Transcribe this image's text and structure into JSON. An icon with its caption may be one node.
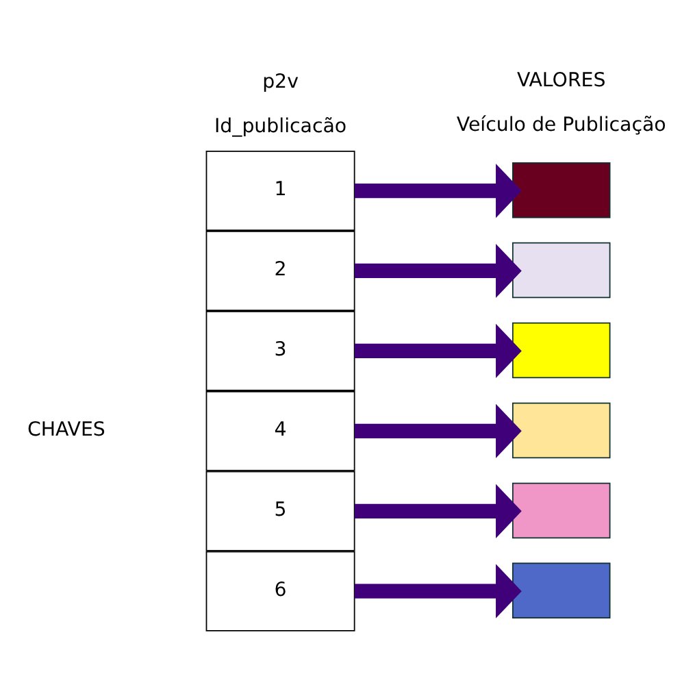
{
  "diagram": {
    "nodes": [
      {
        "text": [
          "1"
        ]
      },
      {
        "text": [
          "2"
        ]
      },
      {
        "text": [
          "3"
        ]
      },
      {
        "text": [
          "4"
        ]
      },
      {
        "text": [
          "5"
        ]
      },
      {
        "text": [
          "6"
        ]
      },
      {
        "text": [],
        "shape": "box"
      },
      {
        "text": [],
        "shape": "box"
      },
      {
        "text": [],
        "shape": "box"
      },
      {
        "text": [],
        "shape": "box"
      },
      {
        "text": [],
        "shape": "box"
      },
      {
        "text": [],
        "shape": "box"
      }
    ],
    "edges": [
      {
        "from": 0,
        "to": 6,
        "arrow": "to"
      },
      {
        "from": 1,
        "to": 7,
        "arrow": "to"
      },
      {
        "from": 2,
        "to": 8,
        "arrow": "to"
      },
      {
        "from": 3,
        "to": 9,
        "arrow": "to"
      },
      {
        "from": 4,
        "to": 10,
        "arrow": "to"
      },
      {
        "from": 5,
        "to": 11,
        "arrow": "to"
      }
    ],
    "labels": [
      "p2v",
      "VALORES",
      "Id_publicacão",
      "Veículo de Publicação",
      "CHAVES"
    ]
  }
}
